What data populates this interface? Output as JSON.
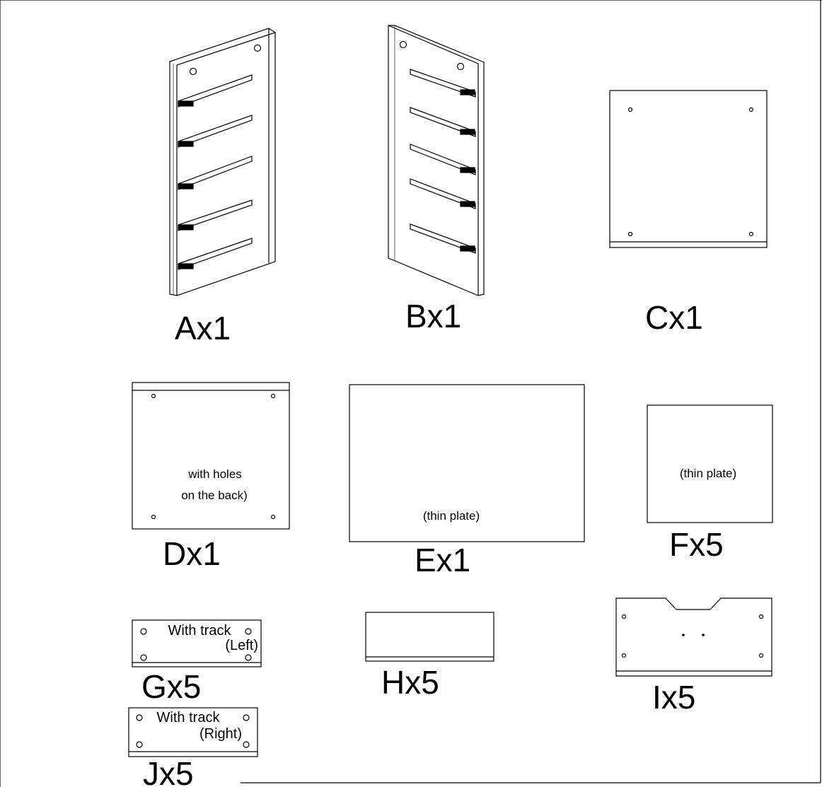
{
  "parts": {
    "A": {
      "label": "Ax1"
    },
    "B": {
      "label": "Bx1"
    },
    "C": {
      "label": "Cx1"
    },
    "D": {
      "label": "Dx1",
      "note_line1": "with holes",
      "note_line2": "on the back)"
    },
    "E": {
      "label": "Ex1",
      "note": "(thin plate)"
    },
    "F": {
      "label": "Fx5",
      "note": "(thin plate)"
    },
    "G": {
      "label": "Gx5",
      "note_line1": "With track",
      "note_line2": "(Left)"
    },
    "H": {
      "label": "Hx5"
    },
    "I": {
      "label": "Ix5"
    },
    "J": {
      "label": "Jx5",
      "note_line1": "With track",
      "note_line2": "(Right)"
    }
  }
}
